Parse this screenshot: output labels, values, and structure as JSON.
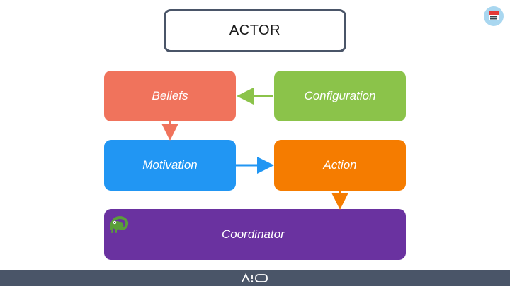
{
  "actor": {
    "label": "ACTOR"
  },
  "nodes": {
    "beliefs": "Beliefs",
    "configuration": "Configuration",
    "motivation": "Motivation",
    "action": "Action",
    "coordinator": "Coordinator"
  },
  "edges": [
    {
      "from": "configuration",
      "to": "beliefs",
      "color": "#8bc34a"
    },
    {
      "from": "beliefs",
      "to": "motivation",
      "color": "#f0735c"
    },
    {
      "from": "motivation",
      "to": "action",
      "color": "#2196f3"
    },
    {
      "from": "action",
      "to": "coordinator",
      "color": "#f57c00"
    }
  ],
  "colors": {
    "beliefs": "#f0735c",
    "configuration": "#8bc34a",
    "motivation": "#2196f3",
    "action": "#f57c00",
    "coordinator": "#6a32a0",
    "footer": "#4a5568"
  },
  "icons": {
    "coordinator_icon": "chameleon-icon",
    "top_right_badge": "calendar-badge-icon",
    "footer_logo": "brand-logo"
  }
}
